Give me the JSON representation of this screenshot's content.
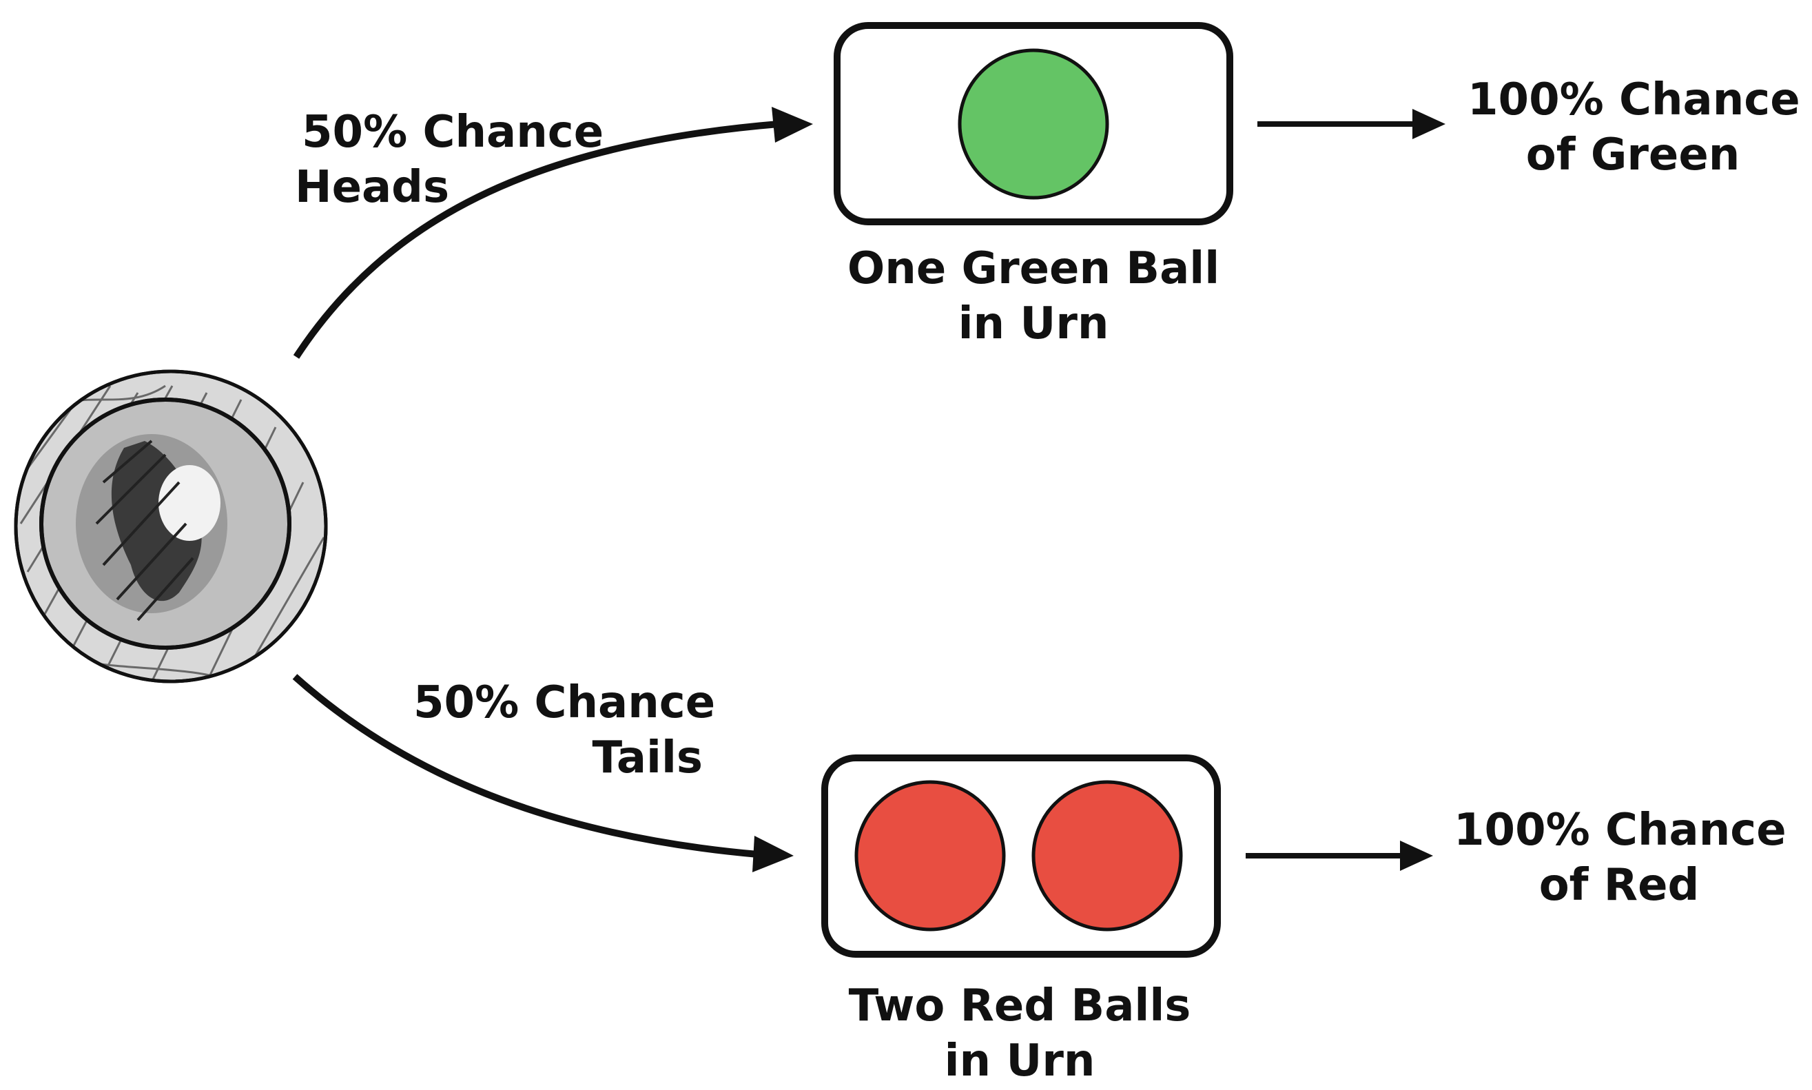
{
  "branches": {
    "heads": {
      "label_line1": "50% Chance",
      "label_line2": "Heads",
      "urn_caption_line1": "One Green Ball",
      "urn_caption_line2": "in Urn",
      "outcome_line1": "100% Chance",
      "outcome_line2": "of Green",
      "ball_color": "#64c465"
    },
    "tails": {
      "label_line1": "50% Chance",
      "label_line2": "Tails",
      "urn_caption_line1": "Two Red Balls",
      "urn_caption_line2": "in Urn",
      "outcome_line1": "100% Chance",
      "outcome_line2": "of Red",
      "ball_color": "#e84e41"
    }
  },
  "colors": {
    "stroke": "#111111",
    "coin_light": "#d9d9d9",
    "coin_mid": "#a6a6a6",
    "coin_dark": "#3a3a3a"
  },
  "icons": {
    "coin": "coin-icon"
  }
}
